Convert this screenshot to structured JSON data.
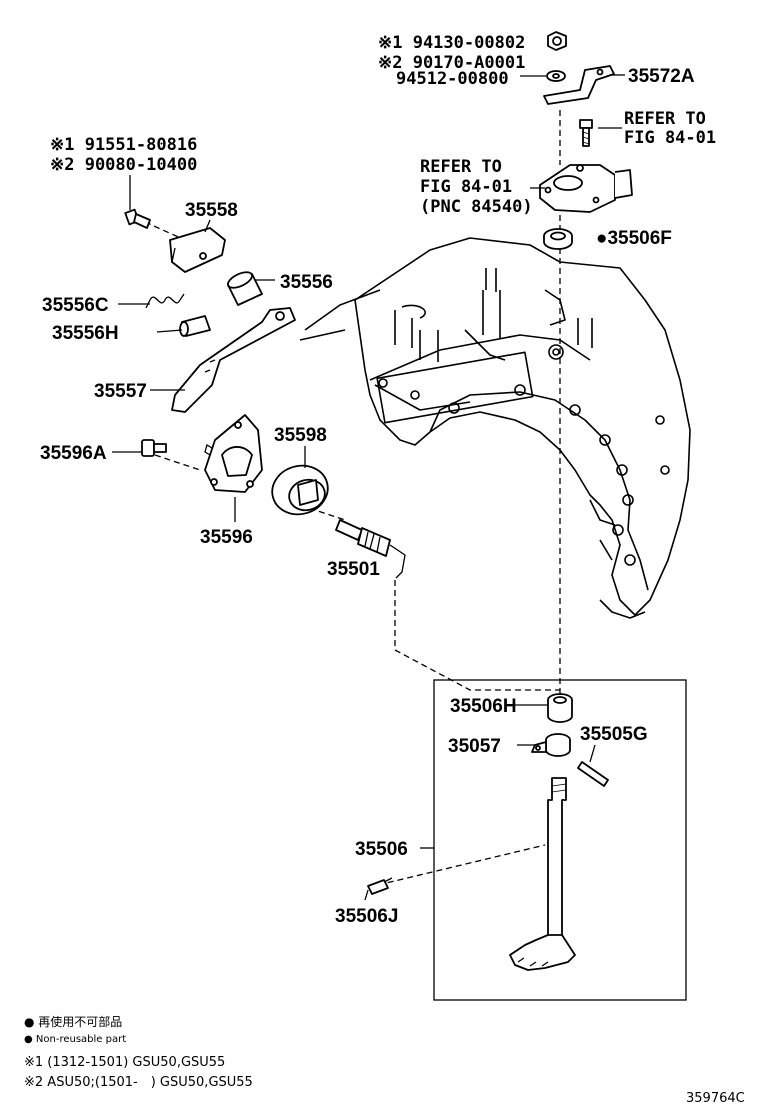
{
  "diagram": {
    "labels": {
      "p94130": "※1 94130-00802",
      "p90170": "※2 90170-A0001",
      "p94512": "94512-00800",
      "p35572A": "35572A",
      "refer1a": "REFER TO",
      "refer1b": "FIG 84-01",
      "refer2a": "REFER TO",
      "refer2b": "FIG 84-01",
      "refer2c": "(PNC 84540)",
      "p35506F": "●35506F",
      "p91551": "※1 91551-80816",
      "p90080": "※2 90080-10400",
      "p35558": "35558",
      "p35556": "35556",
      "p35556C": "35556C",
      "p35556H": "35556H",
      "p35557": "35557",
      "p35596A": "35596A",
      "p35598": "35598",
      "p35596": "35596",
      "p35501": "35501",
      "p35506H": "35506H",
      "p35057": "35057",
      "p35505G": "35505G",
      "p35506": "35506",
      "p35506J": "35506J"
    },
    "legend": {
      "line1": "● 再使用不可部品",
      "line2": "● Non-reusable part",
      "note1": "※1 (1312-1501) GSU50,GSU55",
      "note2": "※2 ASU50;(1501-　) GSU50,GSU55"
    },
    "figure_id": "359764C"
  }
}
